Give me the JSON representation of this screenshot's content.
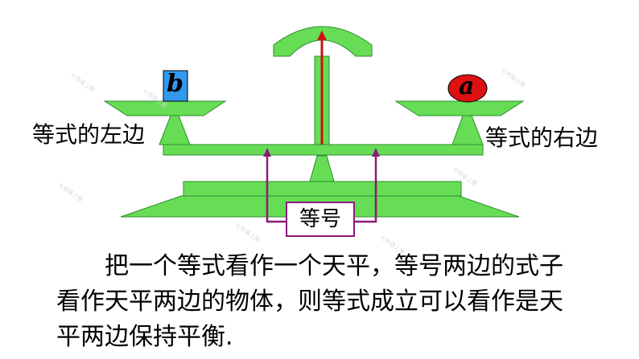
{
  "labels": {
    "left_side": "等式的左边",
    "right_side": "等式的右边",
    "equal_sign": "等号",
    "block_b": "b",
    "ball_a": "a"
  },
  "paragraph": {
    "line1": "把一个等式看作一个天平，等号两边的式子",
    "line2": "看作天平两边的物体，则等式成立可以看作是天",
    "line3": "平两边保持平衡."
  },
  "watermark": "七年级上册",
  "colors": {
    "balance_fill": "#66dd55",
    "balance_stroke": "#2e8b2e",
    "block_fill": "#3399ee",
    "ball_fill": "#dd1111",
    "pointer": "#cc1111",
    "bracket": "#8b1a7a"
  }
}
